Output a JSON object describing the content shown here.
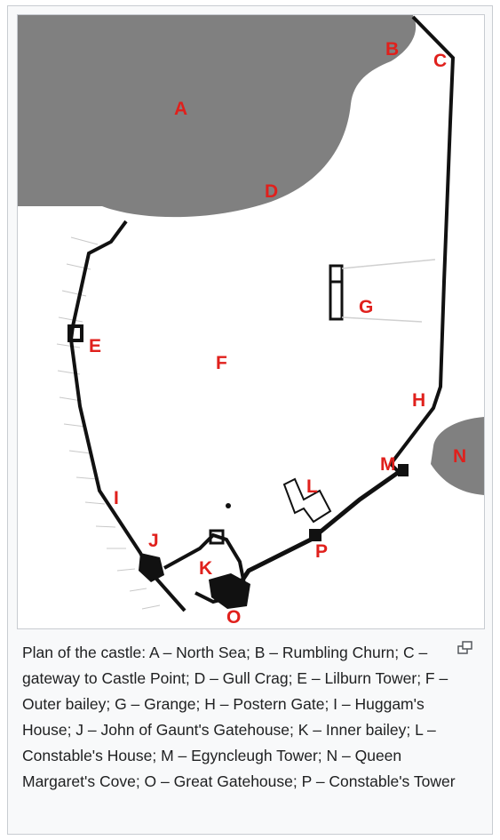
{
  "plan_labels": {
    "A": "A",
    "B": "B",
    "C": "C",
    "D": "D",
    "E": "E",
    "F": "F",
    "G": "G",
    "H": "H",
    "I": "I",
    "J": "J",
    "K": "K",
    "L": "L",
    "M": "M",
    "N": "N",
    "O": "O",
    "P": "P"
  },
  "caption": "Plan of the castle: A – North Sea; B – Rumbling Churn; C – gateway to Castle Point; D – Gull Crag; E – Lilburn Tower; F – Outer bailey; G – Grange; H – Postern Gate; I – Huggam's House; J – John of Gaunt's Gatehouse; K – Inner bailey; L – Constable's House; M – Egyncleugh Tower; N – Queen Margaret's Cove; O – Great Gatehouse; P – Constable's Tower",
  "icons": {
    "enlarge": "magnify-clip-icon"
  },
  "colors": {
    "sea": "#808080",
    "label": "#e0201c",
    "wall": "#111111"
  }
}
